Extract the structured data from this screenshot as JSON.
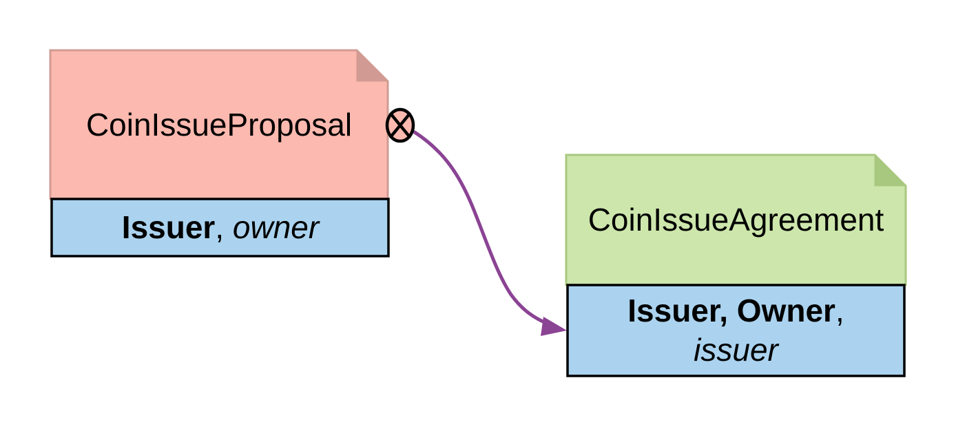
{
  "diagram": {
    "kind": "contract-template-diagram",
    "background_color": "#FFFFFF",
    "party_box_color": "#ABD3EF",
    "party_box_border": "#000000",
    "arrow": {
      "color": "#8B4394",
      "from": "CoinIssueProposal",
      "to": "CoinIssueAgreement",
      "start_marker": "circled-x"
    },
    "notes": {
      "proposal": {
        "title": "CoinIssueProposal",
        "fill": "#FBB9AF",
        "border": "#D19B93",
        "signatories": "Issuer",
        "separator": ", ",
        "controllers": "owner"
      },
      "agreement": {
        "title": "CoinIssueAgreement",
        "fill": "#CDE6AC",
        "border": "#A9C87F",
        "signatories": "Issuer, Owner",
        "separator": ",",
        "controllers": "issuer"
      }
    }
  }
}
